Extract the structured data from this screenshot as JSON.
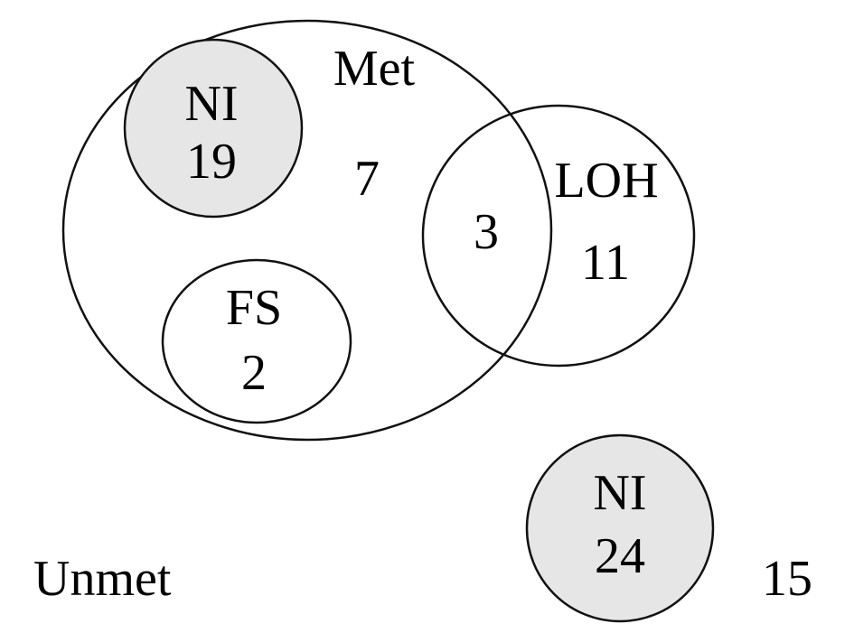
{
  "venn": {
    "outside_top_right": "15",
    "sets": {
      "met": {
        "name": "Met",
        "only": "7"
      },
      "ni_in_met": {
        "name": "NI",
        "count": "19"
      },
      "fs": {
        "name": "FS",
        "count": "2"
      },
      "loh": {
        "name": "LOH",
        "only": "11"
      },
      "met_loh_overlap": "3",
      "ni_unmet": {
        "name": "NI",
        "count": "24"
      }
    },
    "unmet_label": "Unmet",
    "fill_colors": {
      "ni_shade": "#e6e6e6",
      "outline": "#111111",
      "text": "#000000"
    }
  }
}
